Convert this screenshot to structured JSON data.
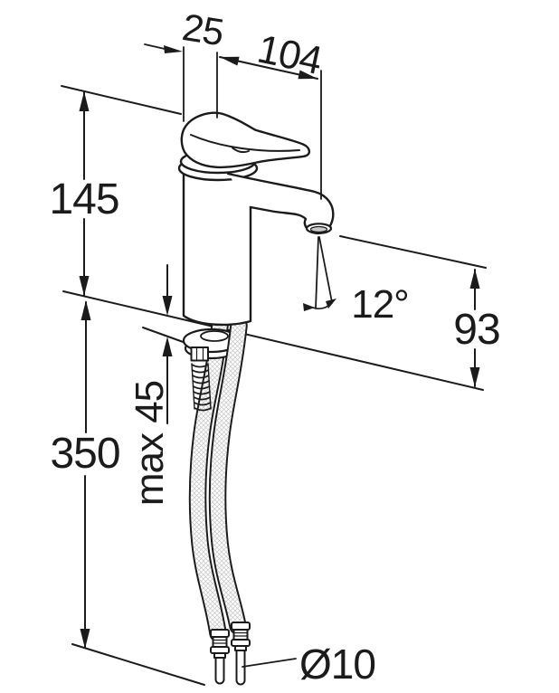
{
  "drawing": {
    "title": "basin-mixer-faucet-dimension-diagram",
    "line_color": "#1b1b1b",
    "background": "#ffffff",
    "units": "mm",
    "labels": {
      "handle_offset": "25",
      "spout_reach": "104",
      "total_height": "145",
      "spout_angle": "12°",
      "spout_height": "93",
      "max_mounting_thickness": "max 45",
      "hose_length": "350",
      "supply_pipe_diameter": "Ø10"
    }
  }
}
